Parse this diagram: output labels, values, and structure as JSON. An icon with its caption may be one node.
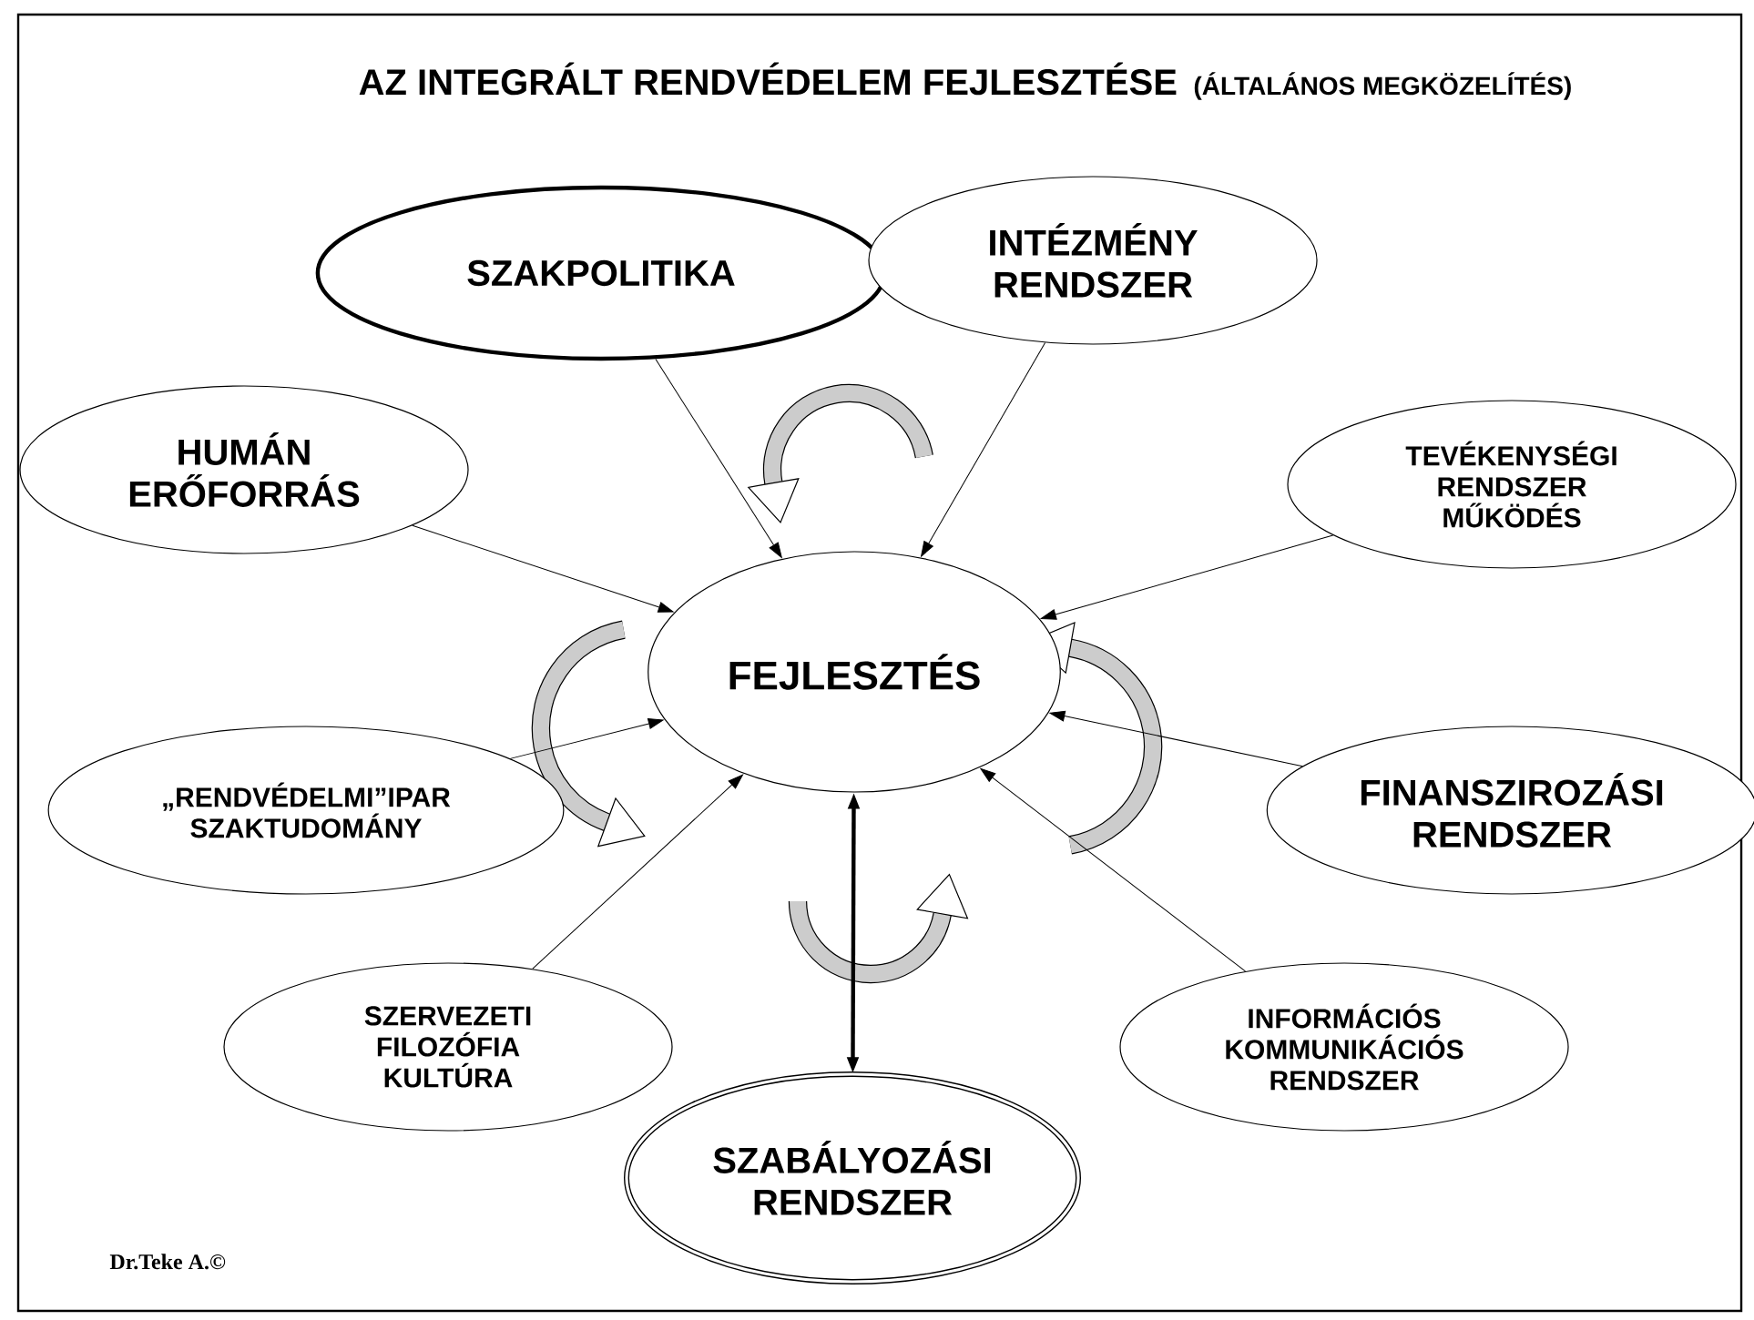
{
  "diagram": {
    "title": "AZ INTEGRÁLT RENDVÉDELEM FEJLESZTÉSE",
    "nodes": [
      {
        "text": [
          "FEJLESZTÉS"
        ]
      },
      {
        "text": [
          "SZAKPOLITIKA"
        ]
      },
      {
        "text": [
          "INTÉZMÉNY RENDSZER"
        ]
      },
      {
        "text": [
          "HUMÁN ERŐFORRÁS"
        ]
      },
      {
        "text": [
          "TEVÉKENYSÉGI RENDSZER MŰKÖDÉS"
        ]
      },
      {
        "text": [
          "„RENDVÉDELMI”IPAR SZAKTUDOMÁNY"
        ]
      },
      {
        "text": [
          "FINANSZIROZÁSI RENDSZER"
        ]
      },
      {
        "text": [
          "SZERVEZETI FILOZÓFIA KULTÚRA"
        ]
      },
      {
        "text": [
          "INFORMÁCIÓS KOMMUNIKÁCIÓS RENDSZER"
        ]
      },
      {
        "text": [
          "SZABÁLYOZÁSI RENDSZER"
        ]
      }
    ],
    "edges": [
      {
        "from": 1,
        "to": 0,
        "arrow": "to"
      },
      {
        "from": 2,
        "to": 0,
        "arrow": "to"
      },
      {
        "from": 3,
        "to": 0,
        "arrow": "to"
      },
      {
        "from": 4,
        "to": 0,
        "arrow": "to"
      },
      {
        "from": 5,
        "to": 0,
        "arrow": "to"
      },
      {
        "from": 6,
        "to": 0,
        "arrow": "to"
      },
      {
        "from": 7,
        "to": 0,
        "arrow": "to"
      },
      {
        "from": 8,
        "to": 0,
        "arrow": "to"
      },
      {
        "from": 9,
        "to": 0,
        "arrow": "both",
        "style": "thick"
      }
    ],
    "labels": [
      "(ÁLTALÁNOS MEGKÖZELÍTÉS)",
      "Dr.Teke A.©"
    ]
  }
}
